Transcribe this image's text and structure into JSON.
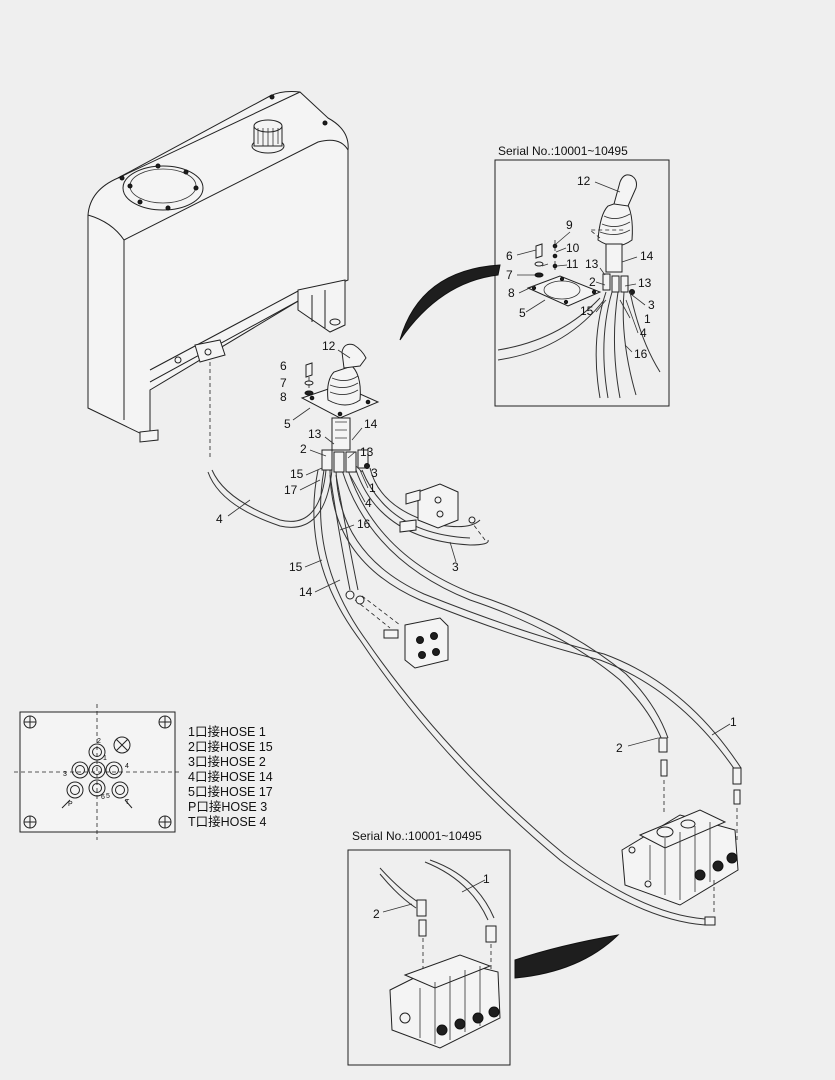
{
  "insets": {
    "top_header": "Serial No.:10001~10495",
    "bottom_header": "Serial No.:10001~10495"
  },
  "callouts": {
    "main": [
      "12",
      "6",
      "7",
      "8",
      "5",
      "13",
      "14",
      "2",
      "13",
      "3",
      "15",
      "1",
      "17",
      "4",
      "16",
      "3",
      "4",
      "15",
      "14",
      "2",
      "1"
    ],
    "inset_top": [
      "12",
      "9",
      "10",
      "6",
      "11",
      "7",
      "13",
      "14",
      "2",
      "13",
      "8",
      "15",
      "3",
      "1",
      "5",
      "4",
      "16"
    ],
    "inset_bottom": [
      "1",
      "2"
    ]
  },
  "plate": {
    "ports": [
      "2",
      "1",
      "3",
      "4",
      "5",
      "P",
      "6",
      "T"
    ]
  },
  "legend": [
    "1口接HOSE 1",
    "2口接HOSE 15",
    "3口接HOSE 2",
    "4口接HOSE 14",
    "5口接HOSE 17",
    "P口接HOSE 3",
    "T口接HOSE 4"
  ]
}
